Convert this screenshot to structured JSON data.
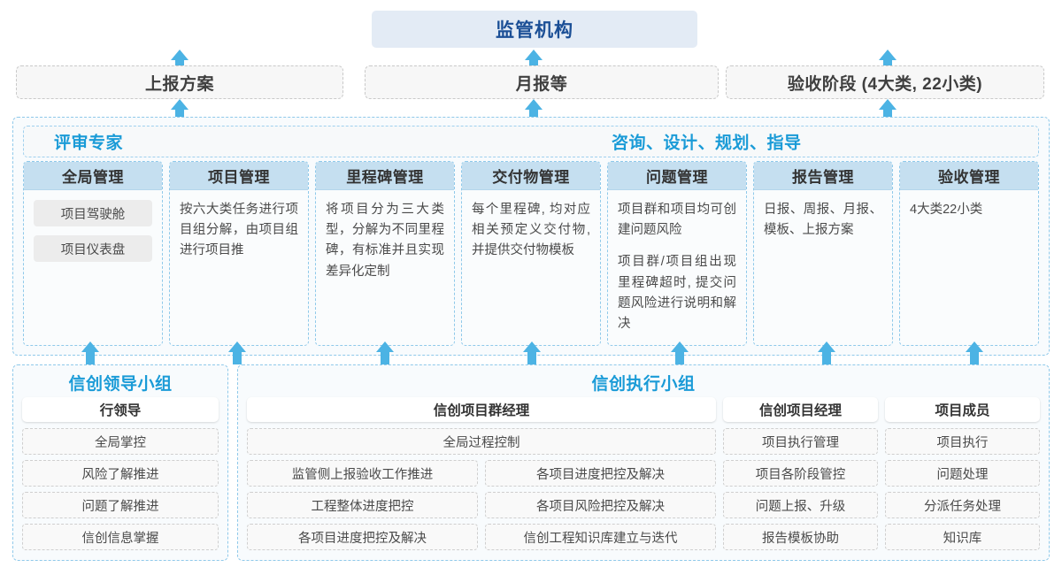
{
  "top": {
    "regulator": "监管机构",
    "channels": [
      {
        "label": "上报方案"
      },
      {
        "label": "月报等"
      },
      {
        "label": "验收阶段 (4大类, 22小类)"
      }
    ]
  },
  "middle": {
    "header_left": "评审专家",
    "header_right": "咨询、设计、规划、指导",
    "columns": [
      {
        "title": "全局管理",
        "pills": [
          "项目驾驶舱",
          "项目仪表盘"
        ],
        "paragraphs": []
      },
      {
        "title": "项目管理",
        "pills": [],
        "paragraphs": [
          "按六大类任务进行项目组分解，由项目组进行项目推"
        ]
      },
      {
        "title": "里程碑管理",
        "pills": [],
        "paragraphs": [
          "将项目分为三大类型，分解为不同里程碑，有标准并且实现差异化定制"
        ]
      },
      {
        "title": "交付物管理",
        "pills": [],
        "paragraphs": [
          "每个里程碑, 均对应相关预定义交付物, 并提供交付物模板"
        ]
      },
      {
        "title": "问题管理",
        "pills": [],
        "paragraphs": [
          "项目群和项目均可创建问题风险",
          "项目群/项目组出现里程碑超时, 提交问题风险进行说明和解决"
        ]
      },
      {
        "title": "报告管理",
        "pills": [],
        "paragraphs": [
          "日报、周报、月报、模板、上报方案"
        ]
      },
      {
        "title": "验收管理",
        "pills": [],
        "paragraphs": [
          "4大类22小类"
        ]
      }
    ]
  },
  "bottom": {
    "left_group": {
      "title": "信创领导小组",
      "role": "行领导",
      "items": [
        "全局掌控",
        "风险了解推进",
        "问题了解推进",
        "信创信息掌握"
      ]
    },
    "right_group": {
      "title": "信创执行小组",
      "program_manager": {
        "role": "信创项目群经理",
        "full_width_item": "全局过程控制",
        "left_items": [
          "监管侧上报验收工作推进",
          "工程整体进度把控",
          "各项目进度把控及解决"
        ],
        "right_items": [
          "各项目进度把控及解决",
          "各项目风险把控及解决",
          "信创工程知识库建立与迭代"
        ]
      },
      "project_manager": {
        "role": "信创项目经理",
        "items": [
          "项目执行管理",
          "项目各阶段管控",
          "问题上报、升级",
          "报告模板协助"
        ]
      },
      "member": {
        "role": "项目成员",
        "items": [
          "项目执行",
          "问题处理",
          "分派任务处理",
          "知识库"
        ]
      }
    }
  },
  "icons": {
    "arrow_up": "arrow-up-icon"
  },
  "colors": {
    "accent_blue": "#1a9bd7",
    "deep_blue": "#1b4f96",
    "panel_border": "#8fc9ea",
    "col_head_bg": "#c5dff0",
    "regulator_bg": "#e3ebf5"
  }
}
